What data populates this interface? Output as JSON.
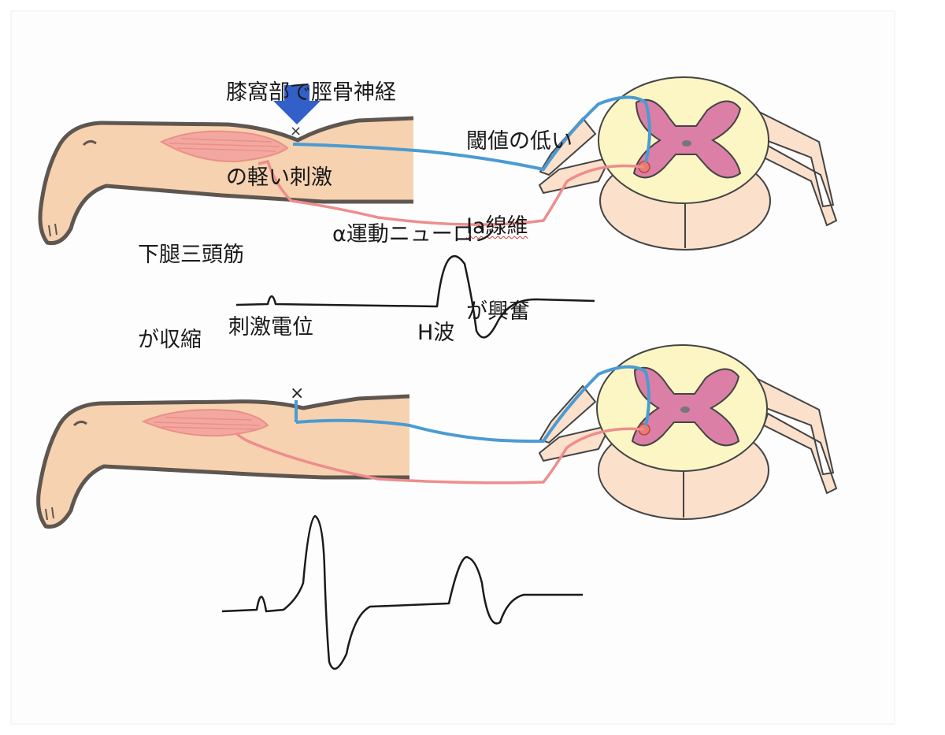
{
  "labels": {
    "stimulus_site": [
      "膝窩部で脛骨神経",
      "の軽い刺激"
    ],
    "ia_fiber": [
      "閾値の低い",
      "Ia線維",
      "が興奮"
    ],
    "triceps_surae": [
      "下腿三頭筋",
      "が収縮"
    ],
    "alpha_motor_neuron": "α運動ニューロン",
    "stimulus_potential": "刺激電位",
    "h_wave": "H波"
  },
  "colors": {
    "skin": "#f6d2b0",
    "skin_outline": "#5e5650",
    "muscle": "#ec8f86",
    "ia_fiber": "#4b9bd2",
    "motor_fiber": "#ee8d8d",
    "gray_matter": "#dc7fa6",
    "white_matter": "#fbf6c4",
    "root": "#fbe0cc",
    "arrow": "#3260c8",
    "trace": "#1a1a1a"
  },
  "icons": [
    "stimulus-arrow-icon",
    "stimulus-point-x-icon"
  ]
}
